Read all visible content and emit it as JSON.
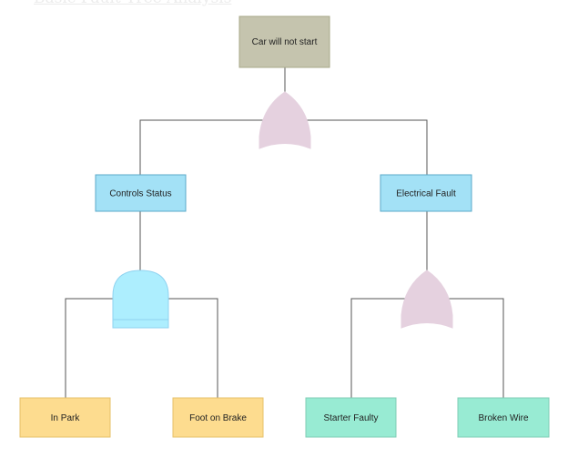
{
  "title": "Basic Fault Tree Analysis",
  "nodes": {
    "top": {
      "label": "Car will not start",
      "fill": "#c5c4ae",
      "stroke": "#a8a88a"
    },
    "controls": {
      "label": "Controls Status",
      "fill": "#a3e1f6",
      "stroke": "#5ba9c9"
    },
    "electrical": {
      "label": "Electrical Fault",
      "fill": "#a3e1f6",
      "stroke": "#5ba9c9"
    },
    "in_park": {
      "label": "In Park",
      "fill": "#fddc8f",
      "stroke": "#e6c06a"
    },
    "foot_brake": {
      "label": "Foot on Brake",
      "fill": "#fddc8f",
      "stroke": "#e6c06a"
    },
    "starter": {
      "label": "Starter Faulty",
      "fill": "#98ebd3",
      "stroke": "#7fcdb4"
    },
    "broken_wire": {
      "label": "Broken Wire",
      "fill": "#98ebd3",
      "stroke": "#7fcdb4"
    }
  },
  "gates": {
    "top_gate": {
      "type": "or",
      "fill": "#e5d1df"
    },
    "controls_gate": {
      "type": "and",
      "fill": "#adeefe",
      "stroke": "#8fd3f0"
    },
    "electrical_gate": {
      "type": "or",
      "fill": "#e5d1df"
    }
  }
}
